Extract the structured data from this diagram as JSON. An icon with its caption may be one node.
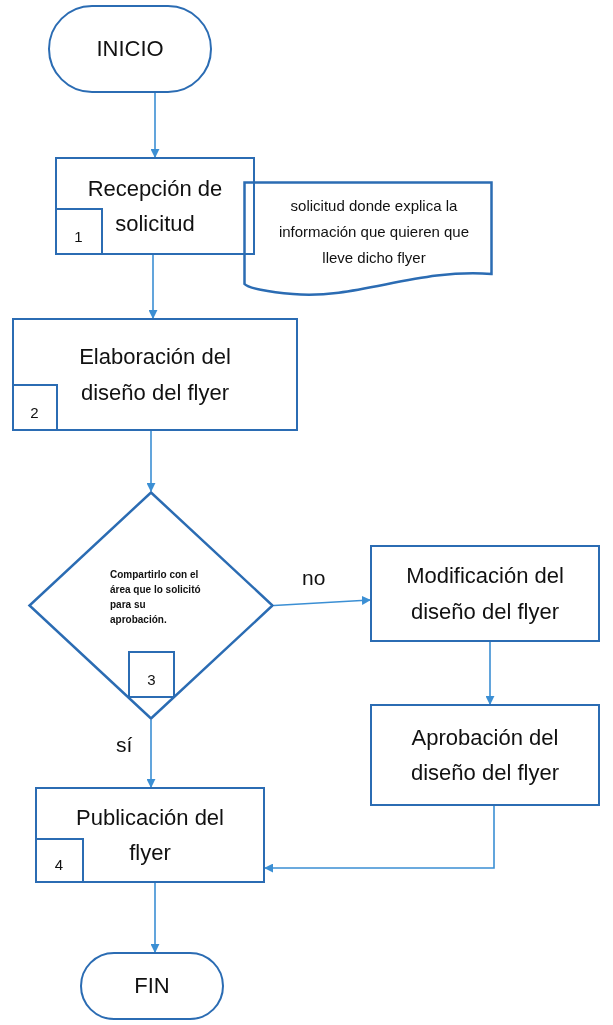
{
  "diagram": {
    "nodes": [
      {
        "text": [
          "INICIO"
        ]
      },
      {
        "text": [
          "Recepción de solicitud"
        ]
      },
      {
        "text": [
          "1"
        ],
        "in": 1
      },
      {
        "text": [
          "solicitud donde explica la información que quieren que lleve dicho flyer"
        ]
      },
      {
        "text": [
          "Elaboración del diseño del flyer"
        ]
      },
      {
        "text": [
          "2"
        ],
        "in": 4
      },
      {
        "text": [
          "Compartirlo con el área que lo solicitó para su aprobación."
        ]
      },
      {
        "text": [
          "3"
        ],
        "in": 6
      },
      {
        "text": [
          "Modificación del diseño del flyer"
        ]
      },
      {
        "text": [
          "Aprobación del diseño del flyer"
        ]
      },
      {
        "text": [
          "Publicación del flyer"
        ]
      },
      {
        "text": [
          "4"
        ],
        "in": 10
      },
      {
        "text": [
          "FIN"
        ]
      }
    ],
    "edges": [
      {
        "from": 0,
        "to": 1,
        "arrow": "to"
      },
      {
        "from": 1,
        "to": 4,
        "arrow": "to"
      },
      {
        "from": 4,
        "to": 6,
        "arrow": "to"
      },
      {
        "from": 6,
        "to": 8,
        "arrow": "to",
        "label": "no"
      },
      {
        "from": 6,
        "to": 10,
        "arrow": "to",
        "label": "sí"
      },
      {
        "from": 8,
        "to": 9,
        "arrow": "to"
      },
      {
        "from": 9,
        "to": 10,
        "arrow": "to"
      },
      {
        "from": 10,
        "to": 12,
        "arrow": "to"
      }
    ]
  }
}
